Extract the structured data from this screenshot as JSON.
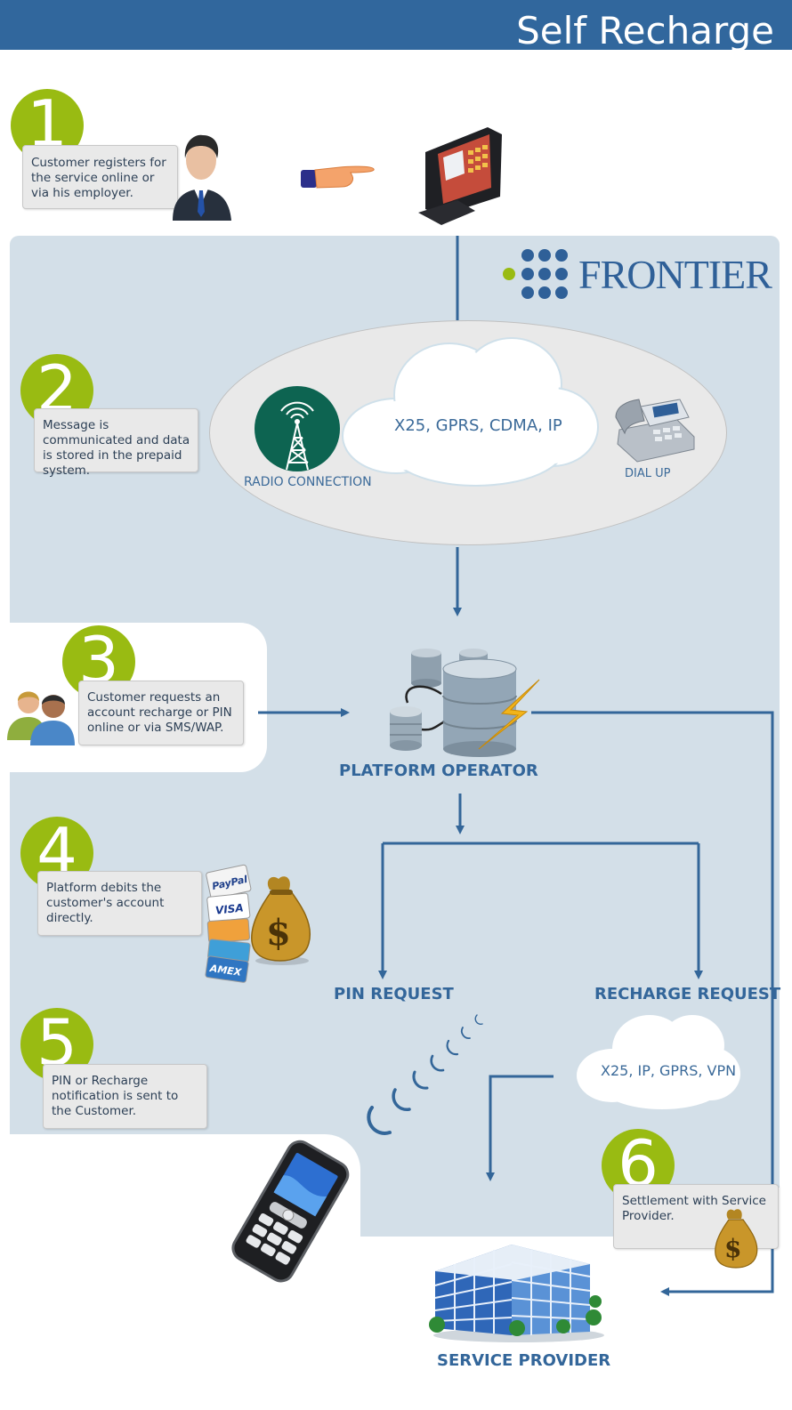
{
  "header": {
    "title": "Self Recharge"
  },
  "logo": {
    "text": "FRONTIER"
  },
  "steps": [
    {
      "number": "1",
      "text": "Customer registers for the service online or via his employer."
    },
    {
      "number": "2",
      "text": "Message is communicated and data is stored in the prepaid system."
    },
    {
      "number": "3",
      "text": "Customer requests an account recharge or PIN online or via SMS/WAP."
    },
    {
      "number": "4",
      "text": "Platform debits the customer's account directly."
    },
    {
      "number": "5",
      "text": "PIN or Recharge notification is sent to the Customer."
    },
    {
      "number": "6",
      "text": "Settlement with Service Provider."
    }
  ],
  "network": {
    "cloud1_label": "X25, GPRS, CDMA, IP",
    "radio_label": "RADIO CONNECTION",
    "dialup_label": "DIAL UP",
    "cloud2_label": "X25, IP, GPRS, VPN"
  },
  "nodes": {
    "platform_operator": "PLATFORM OPERATOR",
    "pin_request": "PIN REQUEST",
    "recharge_request": "RECHARGE REQUEST",
    "service_provider": "SERVICE PROVIDER"
  },
  "cards": {
    "paypal": "PayPal",
    "visa": "VISA",
    "amex": "AMEX",
    "dollar": "$"
  },
  "colors": {
    "header": "#31679d",
    "panel": "#d3dfe8",
    "accent_green": "#99bb12",
    "arrow": "#336699",
    "label": "#33669a"
  },
  "icons": [
    "businessman-icon",
    "pointing-hand-icon",
    "pos-terminal-icon",
    "radio-tower-icon",
    "cloud-icon",
    "phone-icon",
    "people-icon",
    "database-server-icon",
    "credit-cards-icon",
    "money-bag-icon",
    "mobile-phone-icon",
    "office-building-icon",
    "signal-waves-icon"
  ]
}
